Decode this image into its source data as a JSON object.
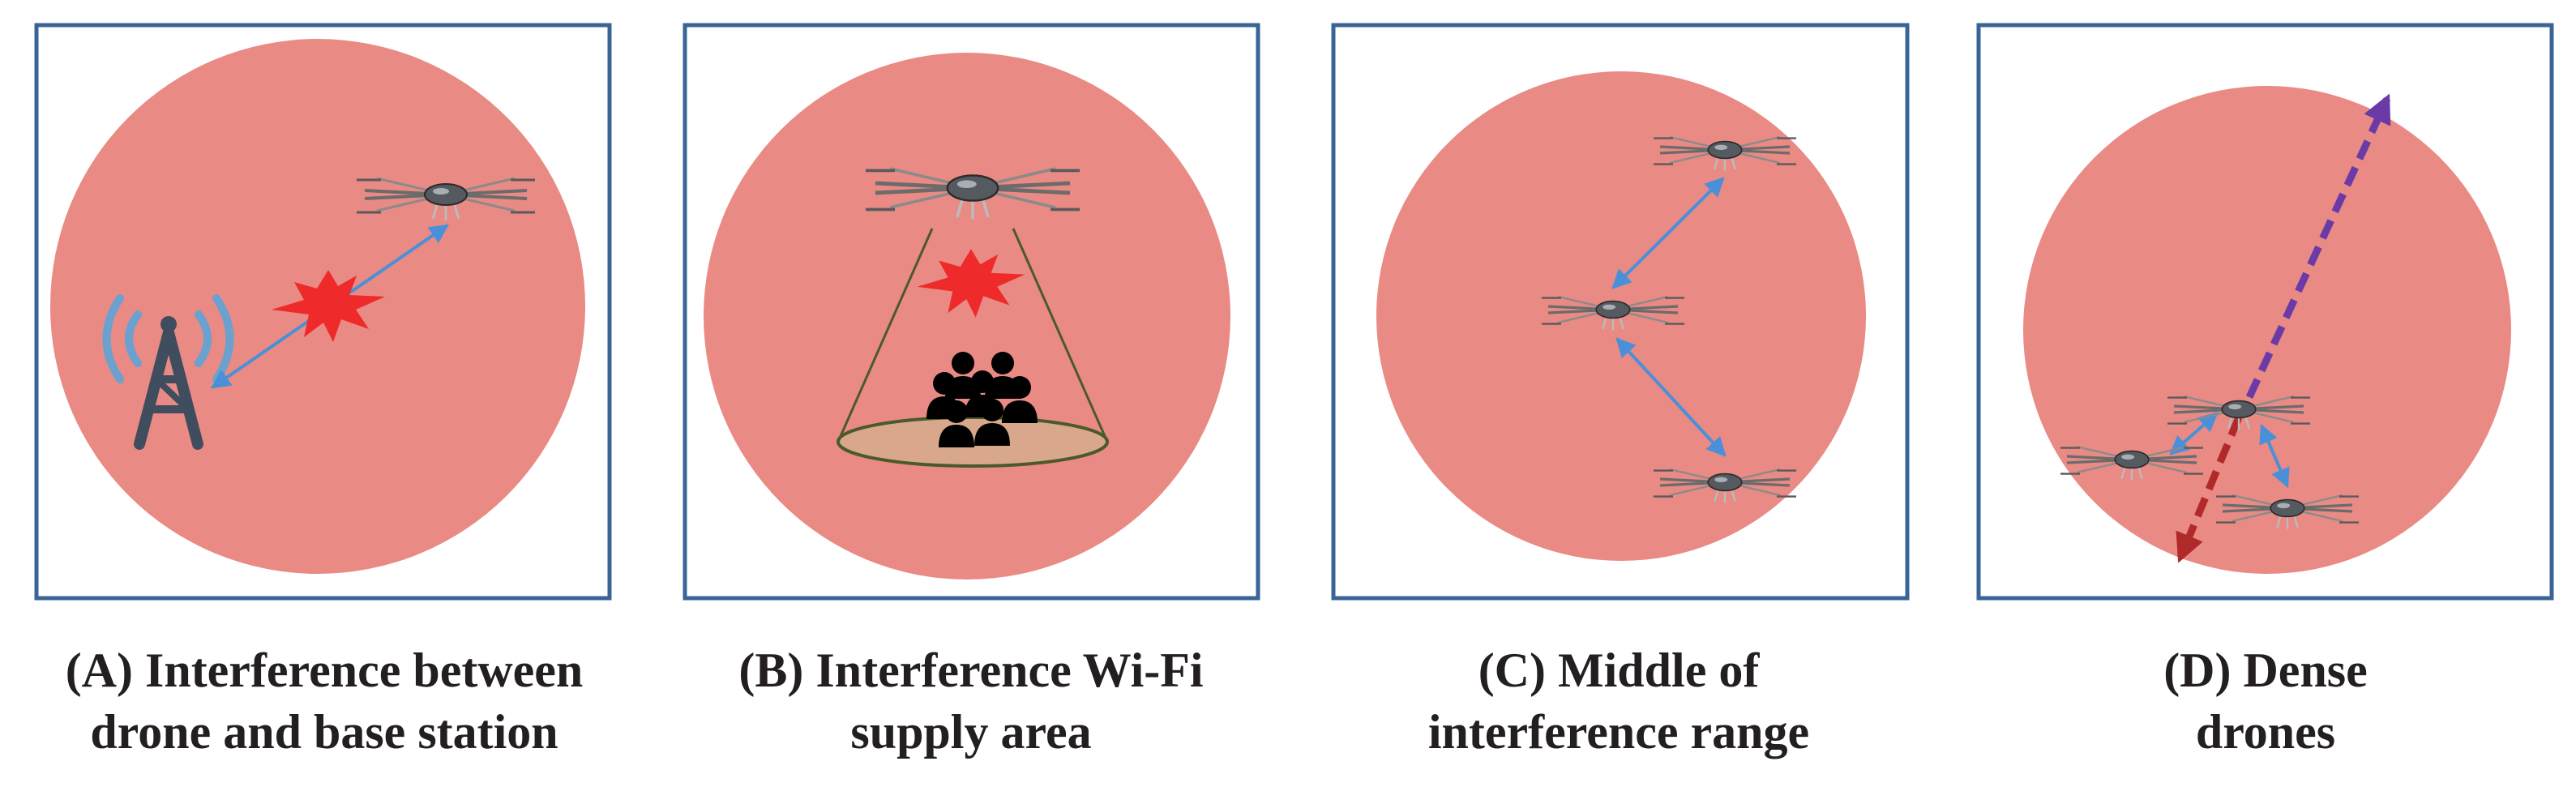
{
  "panels": [
    {
      "id": "A",
      "caption": [
        "(A) Interference between",
        "drone and base station"
      ]
    },
    {
      "id": "B",
      "caption": [
        "(B) Interference Wi-Fi",
        "supply area"
      ]
    },
    {
      "id": "C",
      "caption": [
        "(C) Middle of",
        "interference range"
      ]
    },
    {
      "id": "D",
      "caption": [
        "(D) Dense",
        "drones"
      ]
    }
  ],
  "colors": {
    "zone": "#e98a84",
    "frame": "#3a6496",
    "link_arrow": "#4a90d9",
    "interference_burst": "#ee2a2a",
    "tower": "#3f4d5e",
    "signal_waves": "#6aa1cf",
    "purple_arrow": "#6a3aa6",
    "red_arrow": "#b02a2a",
    "cone": "#4a5a2a",
    "coverage_ellipse": "#d9a88c"
  }
}
